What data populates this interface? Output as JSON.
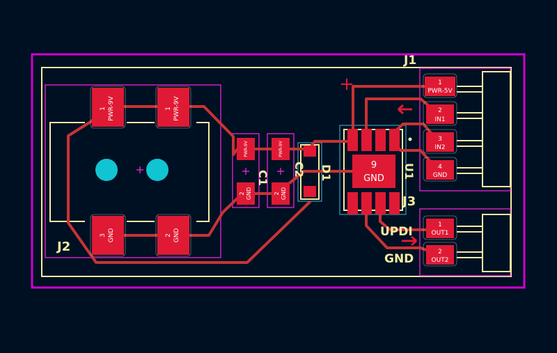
{
  "refs": {
    "j1": "J1",
    "j2": "J2",
    "j3": "J3",
    "c1": "C1",
    "c2": "C2",
    "d1": "D1",
    "u1": "U1",
    "updi": "UPDI",
    "gnd_silk": "GND",
    "plus": "+"
  },
  "pads": {
    "j2_1a_num": "1",
    "j2_1a_net": "PWR-9V",
    "j2_1b_num": "1",
    "j2_1b_net": "PWR-9V",
    "j2_3_num": "3",
    "j2_3_net": "GND",
    "j2_2_num": "2",
    "j2_2_net": "GND",
    "c1_1_net": "PWR-9V",
    "c1_2_num": "2",
    "c1_2_net": "GND",
    "c2_1_net": "PWR-9V",
    "c2_2_num": "2",
    "c2_2_net": "GND",
    "u1_9_num": "9",
    "u1_9_net": "GND",
    "j1_1_num": "1",
    "j1_1_net": "PWR-5V",
    "j1_2_num": "2",
    "j1_2_net": "IN1",
    "j1_3_num": "3",
    "j1_3_net": "IN2",
    "j1_4_num": "4",
    "j1_4_net": "GND",
    "j3_1_num": "1",
    "j3_1_net": "OUT1",
    "j3_2_num": "2",
    "j3_2_net": "OUT2"
  },
  "colors": {
    "background": "#001023",
    "copper": "#e01a34",
    "trace": "#c83434",
    "silkscreen": "#f2eda1",
    "courtyard": "#ff26e2",
    "edge_cuts": "#d000d0",
    "mounting_hole": "#11c4d2"
  }
}
